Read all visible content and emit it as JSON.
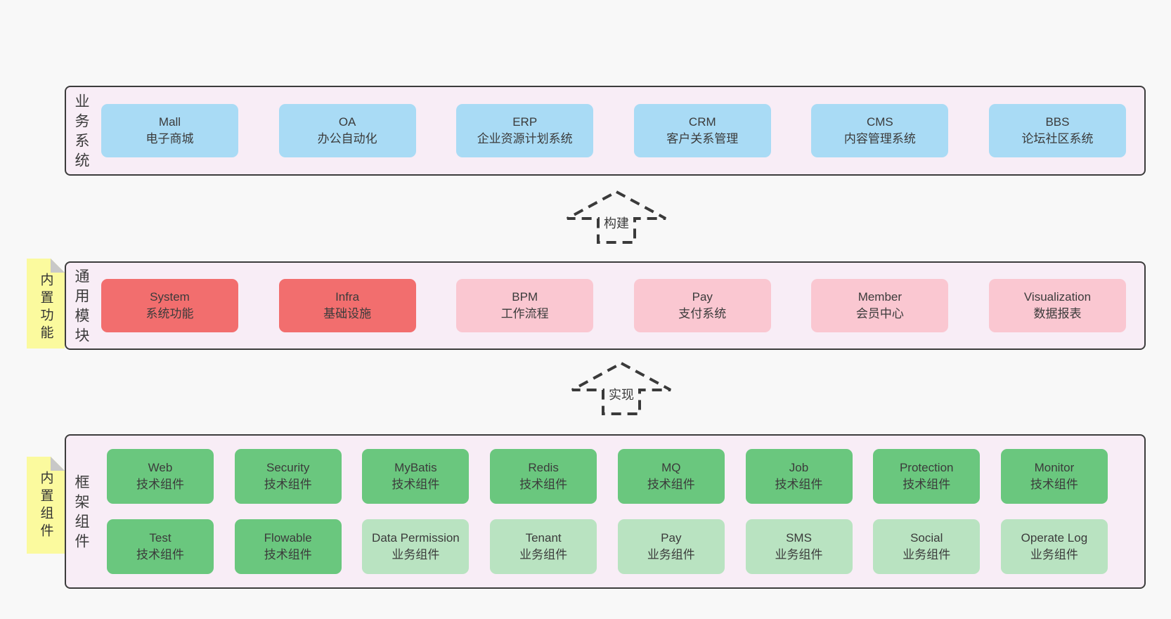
{
  "diagram": {
    "layers": [
      {
        "label": "业务系统",
        "boxes": [
          {
            "title": "Mall",
            "subtitle": "电子商城"
          },
          {
            "title": "OA",
            "subtitle": "办公自动化"
          },
          {
            "title": "ERP",
            "subtitle": "企业资源计划系统"
          },
          {
            "title": "CRM",
            "subtitle": "客户关系管理"
          },
          {
            "title": "CMS",
            "subtitle": "内容管理系统"
          },
          {
            "title": "BBS",
            "subtitle": "论坛社区系统"
          }
        ]
      },
      {
        "label": "通用模块",
        "tag": "内置功能",
        "boxes": [
          {
            "title": "System",
            "subtitle": "系统功能"
          },
          {
            "title": "Infra",
            "subtitle": "基础设施"
          },
          {
            "title": "BPM",
            "subtitle": "工作流程"
          },
          {
            "title": "Pay",
            "subtitle": "支付系统"
          },
          {
            "title": "Member",
            "subtitle": "会员中心"
          },
          {
            "title": "Visualization",
            "subtitle": "数据报表"
          }
        ]
      },
      {
        "label": "框架组件",
        "tag": "内置组件",
        "rows": [
          [
            {
              "title": "Web",
              "subtitle": "技术组件"
            },
            {
              "title": "Security",
              "subtitle": "技术组件"
            },
            {
              "title": "MyBatis",
              "subtitle": "技术组件"
            },
            {
              "title": "Redis",
              "subtitle": "技术组件"
            },
            {
              "title": "MQ",
              "subtitle": "技术组件"
            },
            {
              "title": "Job",
              "subtitle": "技术组件"
            },
            {
              "title": "Protection",
              "subtitle": "技术组件"
            },
            {
              "title": "Monitor",
              "subtitle": "技术组件"
            }
          ],
          [
            {
              "title": "Test",
              "subtitle": "技术组件"
            },
            {
              "title": "Flowable",
              "subtitle": "技术组件"
            },
            {
              "title": "Data Permission",
              "subtitle": "业务组件"
            },
            {
              "title": "Tenant",
              "subtitle": "业务组件"
            },
            {
              "title": "Pay",
              "subtitle": "业务组件"
            },
            {
              "title": "SMS",
              "subtitle": "业务组件"
            },
            {
              "title": "Social",
              "subtitle": "业务组件"
            },
            {
              "title": "Operate Log",
              "subtitle": "业务组件"
            }
          ]
        ]
      }
    ],
    "arrows": [
      {
        "label": "构建"
      },
      {
        "label": "实现"
      }
    ],
    "colors": {
      "page_bg": "#f8f8f8",
      "panel_bg": "#f8edf6",
      "panel_border": "#3c3c3c",
      "blue": "#a9dbf5",
      "red": "#f26e6e",
      "pink": "#fac7d1",
      "green": "#6ac77e",
      "green_light": "#b9e3c1",
      "sticky": "#fbfa9e",
      "sticky_fold": "#c8c8c8",
      "text": "#3b3b3b"
    }
  }
}
